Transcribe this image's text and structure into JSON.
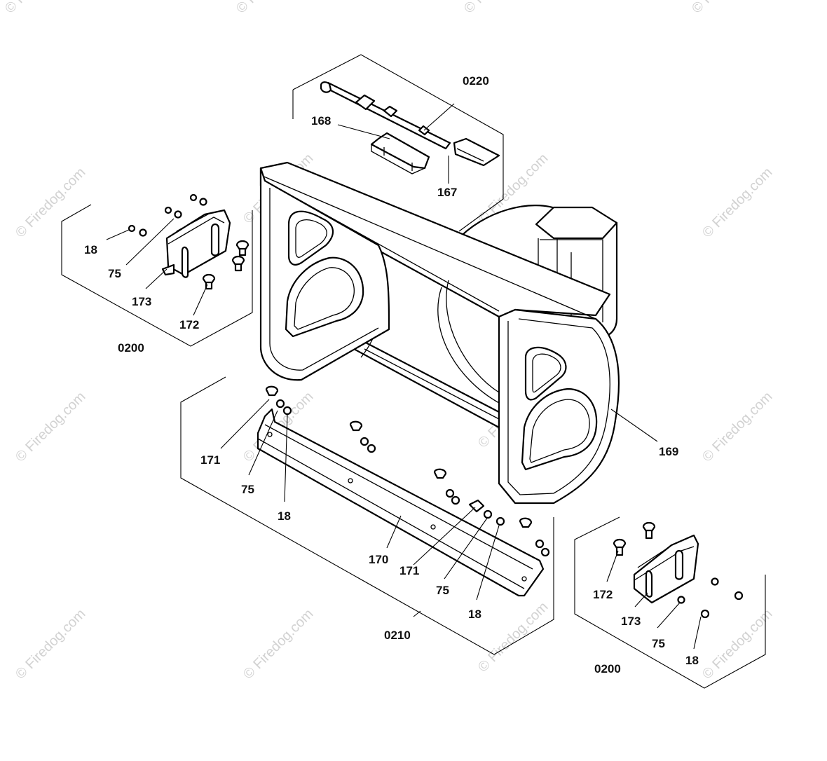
{
  "diagram": {
    "watermark_text": "© Firedog.com",
    "colors": {
      "ink": "#000000",
      "watermark": "#d2d2d2",
      "background": "#ffffff"
    },
    "groups": {
      "g0220": "0220",
      "g0200_left": "0200",
      "g0210": "0210",
      "g0200_right": "0200"
    },
    "labels": {
      "p168": "168",
      "p167": "167",
      "p18_a": "18",
      "p75_a": "75",
      "p173_a": "173",
      "p172_a": "172",
      "p169": "169",
      "p171_a": "171",
      "p75_b": "75",
      "p18_b": "18",
      "p170": "170",
      "p171_b": "171",
      "p75_c": "75",
      "p18_c": "18",
      "p172_b": "172",
      "p173_b": "173",
      "p75_d": "75",
      "p18_d": "18"
    }
  }
}
